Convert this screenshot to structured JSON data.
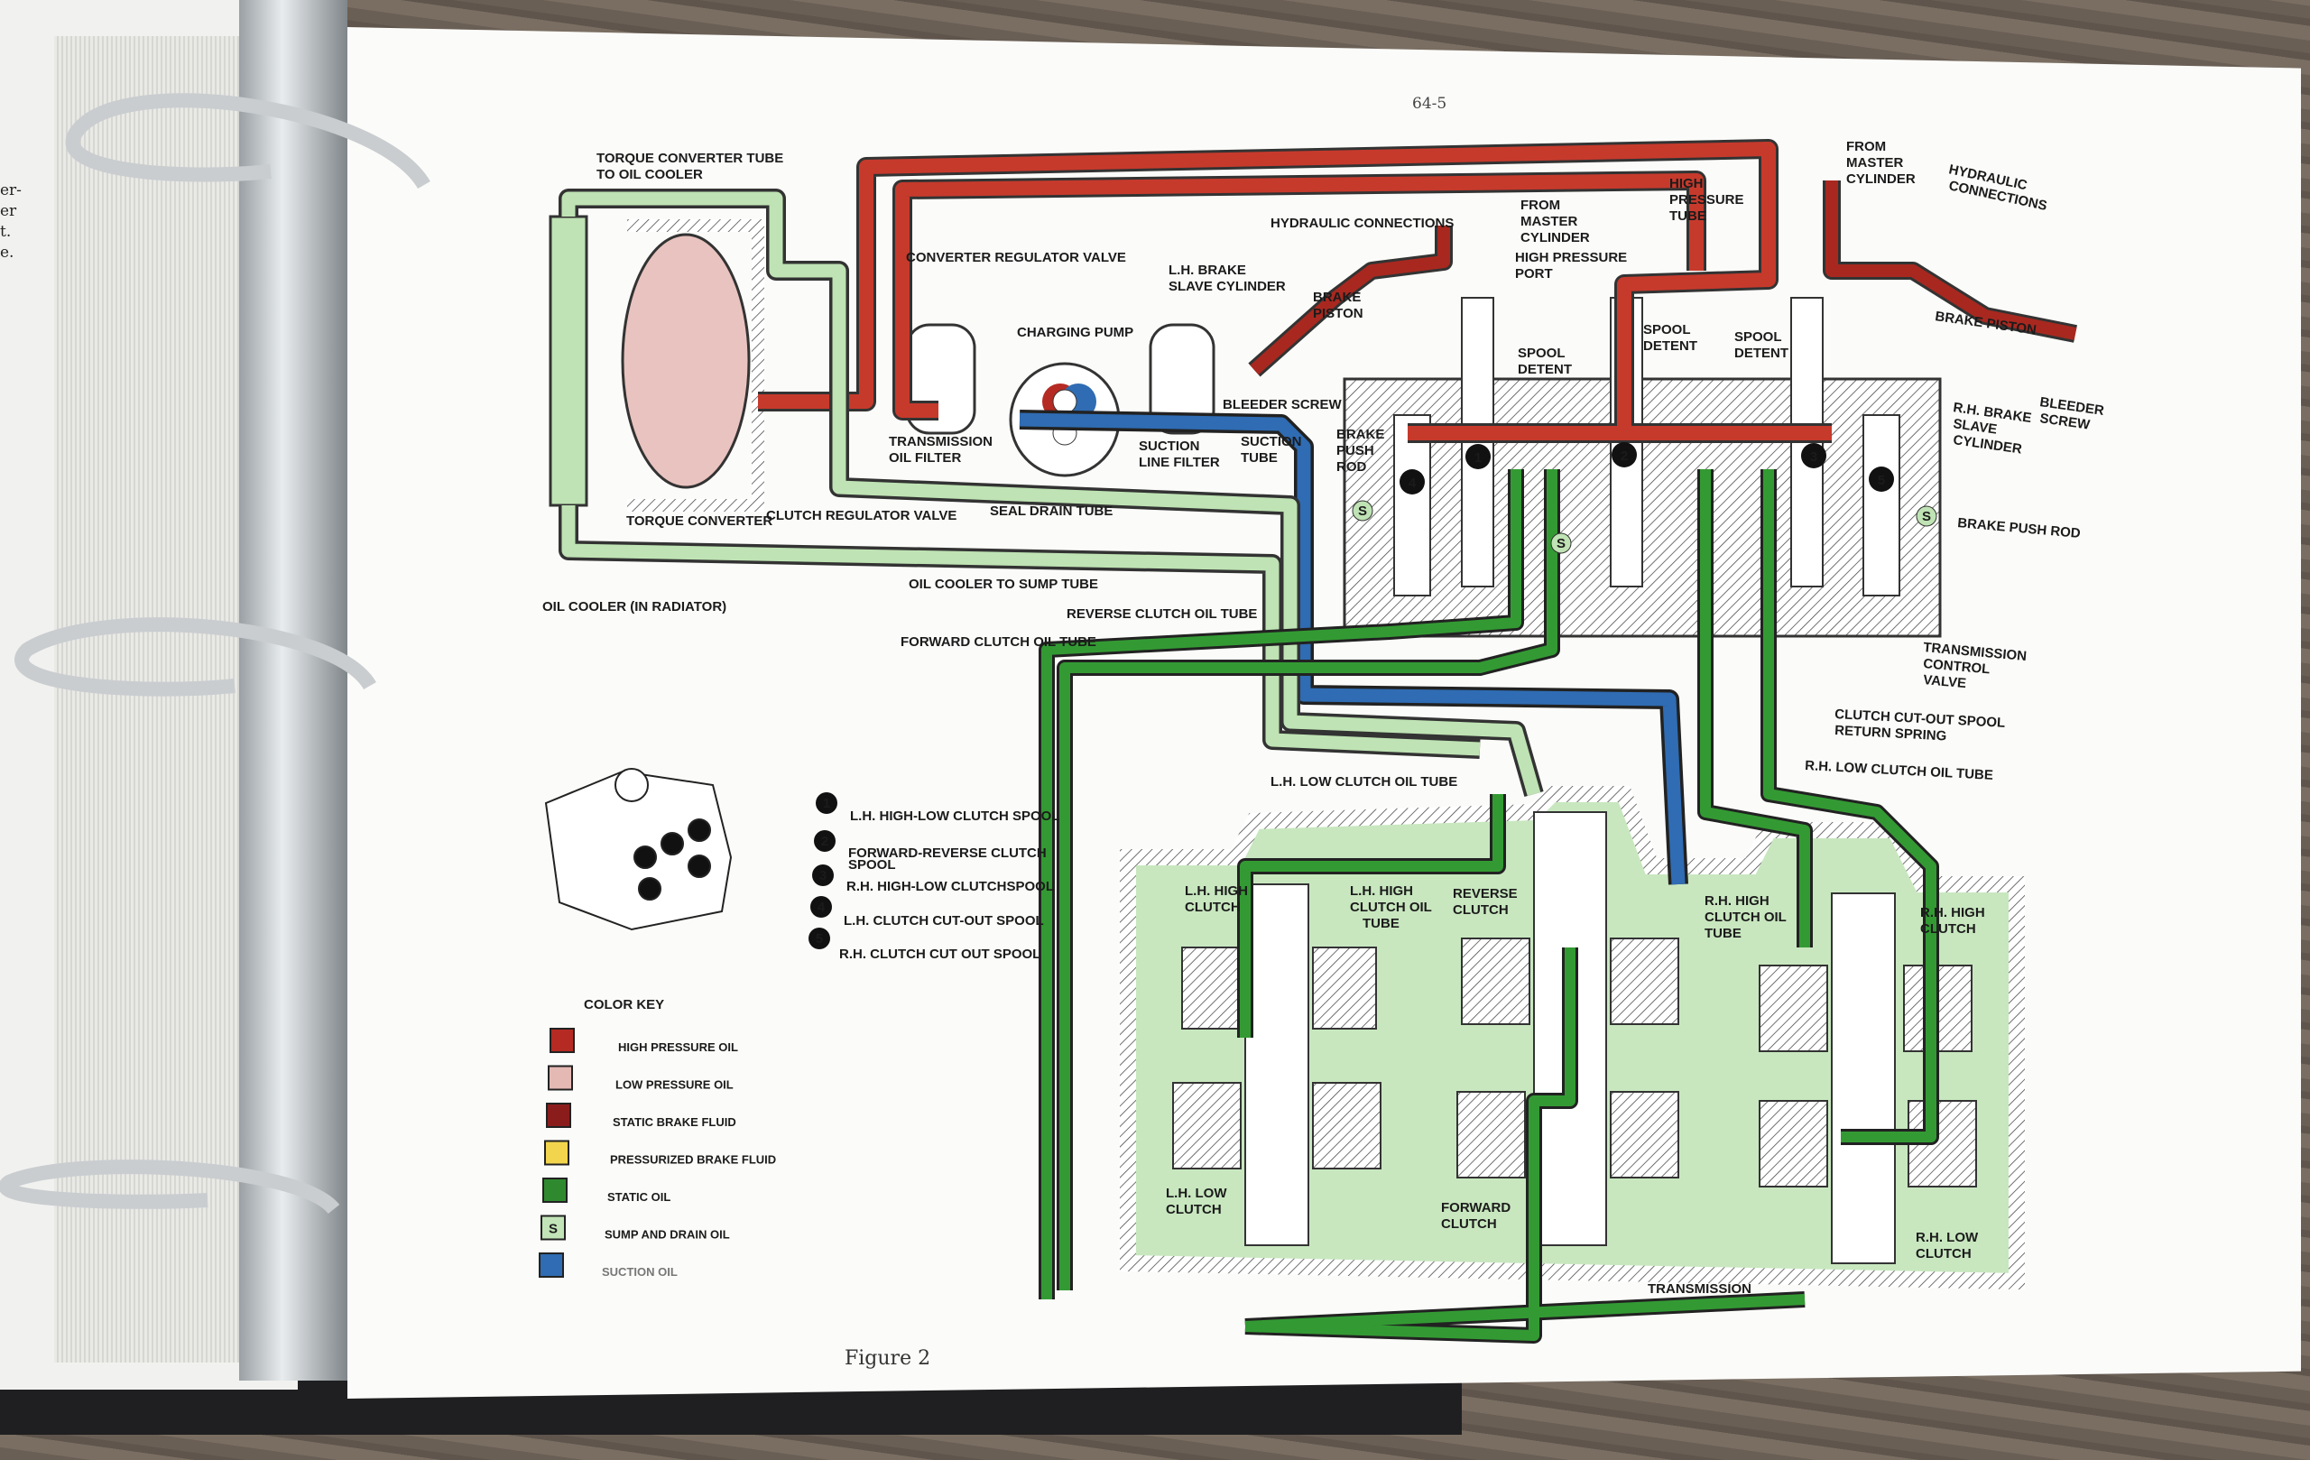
{
  "left_page": {
    "text_fragments": [
      "er-",
      "er",
      "t.",
      "e."
    ]
  },
  "page_number": "64-5",
  "figure_caption": "Figure 2",
  "labels": {
    "torque_converter_tube_1": "TORQUE CONVERTER TUBE",
    "torque_converter_tube_2": "TO OIL COOLER",
    "converter_regulator_valve": "CONVERTER REGULATOR VALVE",
    "charging_pump": "CHARGING PUMP",
    "lh_brake_1": "L.H. BRAKE",
    "lh_brake_2": "SLAVE CYLINDER",
    "hydraulic_connections_left": "HYDRAULIC CONNECTIONS",
    "from_master_left": [
      "FROM",
      "MASTER",
      "CYLINDER"
    ],
    "high_pressure_tube": [
      "HIGH",
      "PRESSURE",
      "TUBE"
    ],
    "high_pressure_port": [
      "HIGH PRESSURE",
      "PORT"
    ],
    "brake_piston_left": [
      "BRAKE",
      "PISTON"
    ],
    "spool_detent": [
      "SPOOL",
      "DETENT"
    ],
    "from_master_right": [
      "FROM",
      "MASTER",
      "CYLINDER"
    ],
    "hydraulic_connections_right": [
      "HYDRAULIC",
      "CONNECTIONS"
    ],
    "brake_piston_right": "BRAKE PISTON",
    "bleeder_screw_right": [
      "BLEEDER",
      "SCREW"
    ],
    "rh_brake_slave": [
      "R.H. BRAKE",
      "SLAVE",
      "CYLINDER"
    ],
    "brake_push_rod_right": "BRAKE PUSH ROD",
    "transmission_control_valve": [
      "TRANSMISSION",
      "CONTROL",
      "VALVE"
    ],
    "clutch_cutout_spring": [
      "CLUTCH CUT-OUT SPOOL",
      "RETURN SPRING"
    ],
    "rh_low_clutch_oil_tube": "R.H. LOW CLUTCH OIL TUBE",
    "bleeder_screw_left": "BLEEDER SCREW",
    "suction_tube": [
      "SUCTION",
      "TUBE"
    ],
    "brake_push_rod_left": [
      "BRAKE",
      "PUSH",
      "ROD"
    ],
    "transmission_oil_filter": [
      "TRANSMISSION",
      "OIL FILTER"
    ],
    "suction_line_filter": [
      "SUCTION",
      "LINE FILTER"
    ],
    "seal_drain_tube": "SEAL DRAIN TUBE",
    "torque_converter": "TORQUE CONVERTER",
    "clutch_regulator_valve": "CLUTCH REGULATOR VALVE",
    "oil_cooler": "OIL COOLER (IN RADIATOR)",
    "oil_cooler_to_sump": "OIL COOLER TO SUMP TUBE",
    "reverse_clutch_oil_tube": "REVERSE CLUTCH OIL TUBE",
    "forward_clutch_oil_tube": "FORWARD CLUTCH OIL TUBE",
    "lh_low_clutch_oil_tube": "L.H. LOW CLUTCH OIL TUBE",
    "lh_high_clutch": [
      "L.H. HIGH",
      "CLUTCH"
    ],
    "lh_high_clutch_oil_tube": [
      "L.H. HIGH",
      "CLUTCH OIL",
      "TUBE"
    ],
    "reverse_clutch": [
      "REVERSE",
      "CLUTCH"
    ],
    "rh_high_clutch_oil_tube": [
      "R.H. HIGH",
      "CLUTCH OIL",
      "TUBE"
    ],
    "rh_high_clutch": [
      "R.H. HIGH",
      "CLUTCH"
    ],
    "lh_low_clutch": [
      "L.H. LOW",
      "CLUTCH"
    ],
    "forward_clutch": [
      "FORWARD",
      "CLUTCH"
    ],
    "rh_low_clutch": [
      "R.H. LOW",
      "CLUTCH"
    ],
    "transmission": "TRANSMISSION",
    "spool_markers": [
      "1",
      "2",
      "3",
      "4",
      "5"
    ],
    "sump_marker": "S"
  },
  "spool_legend": [
    {
      "num": "1",
      "label": "L.H. HIGH-LOW CLUTCH SPOOL"
    },
    {
      "num": "2",
      "label": "FORWARD-REVERSE CLUTCH",
      "label2": "SPOOL"
    },
    {
      "num": "3",
      "label": "R.H. HIGH-LOW CLUTCHSPOOL"
    },
    {
      "num": "4",
      "label": "L.H. CLUTCH CUT-OUT SPOOL"
    },
    {
      "num": "5",
      "label": "R.H. CLUTCH CUT OUT SPOOL"
    }
  ],
  "color_key": {
    "title": "COLOR KEY",
    "items": [
      {
        "label": "HIGH PRESSURE OIL",
        "color": "#b52a22"
      },
      {
        "label": "LOW PRESSURE OIL",
        "color": "#e4b8b3"
      },
      {
        "label": "STATIC BRAKE FLUID",
        "color": "#8a1c1c"
      },
      {
        "label": "PRESSURIZED BRAKE FLUID",
        "color": "#f2d54c"
      },
      {
        "label": "STATIC OIL",
        "color": "#2f8a2f"
      },
      {
        "label": "SUMP AND DRAIN OIL",
        "color": "#c2e4b8",
        "marker": "S"
      },
      {
        "label": "SUCTION OIL",
        "color": "#2f6cb3"
      }
    ]
  }
}
